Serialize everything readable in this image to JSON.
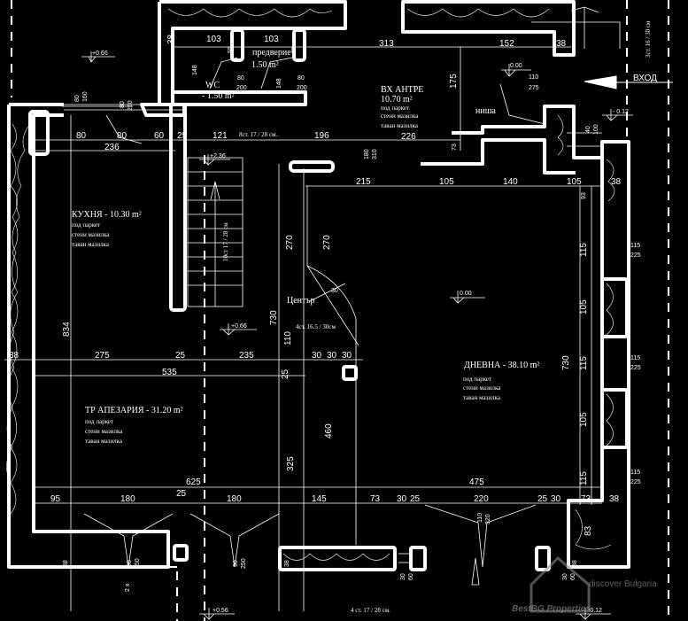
{
  "rooms": {
    "vestibule": {
      "name": "предверие",
      "area": "1.50 m²"
    },
    "wc": {
      "name": "WC",
      "area": "- 1.50 m²"
    },
    "entrance_hall": {
      "name": "ВХ АНТРЕ",
      "area": "10.70 m²",
      "floor": "под паркет",
      "walls": "стени мазилка",
      "ceiling": "таван мазилка"
    },
    "kitchen": {
      "title": "КУХНЯ - 10.30 m²",
      "floor": "под паркет",
      "walls": "стени мазилка",
      "ceiling": "таван мазилка"
    },
    "dining": {
      "title": "ТР АПЕЗАРИЯ - 31.20 m²",
      "floor": "под паркет",
      "walls": "стени мазилка",
      "ceiling": "таван мазилка"
    },
    "living": {
      "title": "ДНЕВНА - 38.10 m²",
      "floor": "под паркет",
      "walls": "стени мазилка",
      "ceiling": "таван мазилка"
    }
  },
  "labels": {
    "entrance": "ВХОД",
    "niche": "ниша",
    "center": "Център",
    "stairs_entrance": "3ст. 16 / 30 см",
    "stairs_upper": "8ст. 17 / 28 см.",
    "stairs_main": "10ст 17 / 28 см",
    "stairs_spiral": "4ст. 16.5 / 30см",
    "stairs_bottom": "4 ст. 17 / 28 см."
  },
  "levels": [
    "+0.66",
    "0.00",
    "- 0.12",
    "+2.36",
    "+0.66",
    "0.00",
    "+0.56",
    "-0.12"
  ],
  "openings": {
    "wc_door": [
      "80",
      "200"
    ],
    "vest_door": [
      "80",
      "200"
    ],
    "entry_door": [
      "110",
      "275"
    ],
    "kitchen_win_a": [
      "80",
      "160"
    ],
    "kitchen_win_b": [
      "80",
      "250"
    ],
    "step_a": [
      "40",
      "100"
    ],
    "stair_open": [
      "180",
      "310"
    ],
    "right_win_1": [
      "115",
      "225"
    ],
    "right_win_2": [
      "115",
      "225"
    ],
    "right_win_3": [
      "115",
      "225"
    ],
    "bottom_door": [
      "110",
      "320"
    ],
    "bottom_win_1": [
      "90",
      "250"
    ],
    "bottom_win_2": [
      "90",
      "250"
    ],
    "bottom_step_1": [
      "30",
      "60"
    ],
    "bottom_step_2": [
      "30",
      "60"
    ],
    "times": "2 x"
  },
  "dims": {
    "top": [
      "103",
      "103",
      "38",
      "313",
      "152",
      "38",
      "55",
      "148",
      "148",
      "175",
      "55"
    ],
    "row158": [
      "80",
      "80",
      "60",
      "25",
      "121",
      "196",
      "226",
      "73",
      "236"
    ],
    "row205": [
      "215",
      "105",
      "140",
      "105",
      "38",
      "93"
    ],
    "middle": [
      "270",
      "270",
      "30",
      "730",
      "834",
      "110"
    ],
    "row396": [
      "38",
      "275",
      "25",
      "235",
      "30",
      "30",
      "30",
      "535",
      "25"
    ],
    "right": [
      "115",
      "105",
      "115",
      "105",
      "115",
      "730"
    ],
    "lower": [
      "460",
      "325",
      "625",
      "475"
    ],
    "row564": [
      "95",
      "180",
      "25",
      "180",
      "145",
      "73",
      "30",
      "25",
      "220",
      "25",
      "30",
      "73",
      "38"
    ],
    "bottom": [
      "83",
      "38",
      "38",
      "38"
    ]
  },
  "watermark": {
    "tagline": "discover Bulgaria",
    "brand": "BestBG Properties"
  }
}
